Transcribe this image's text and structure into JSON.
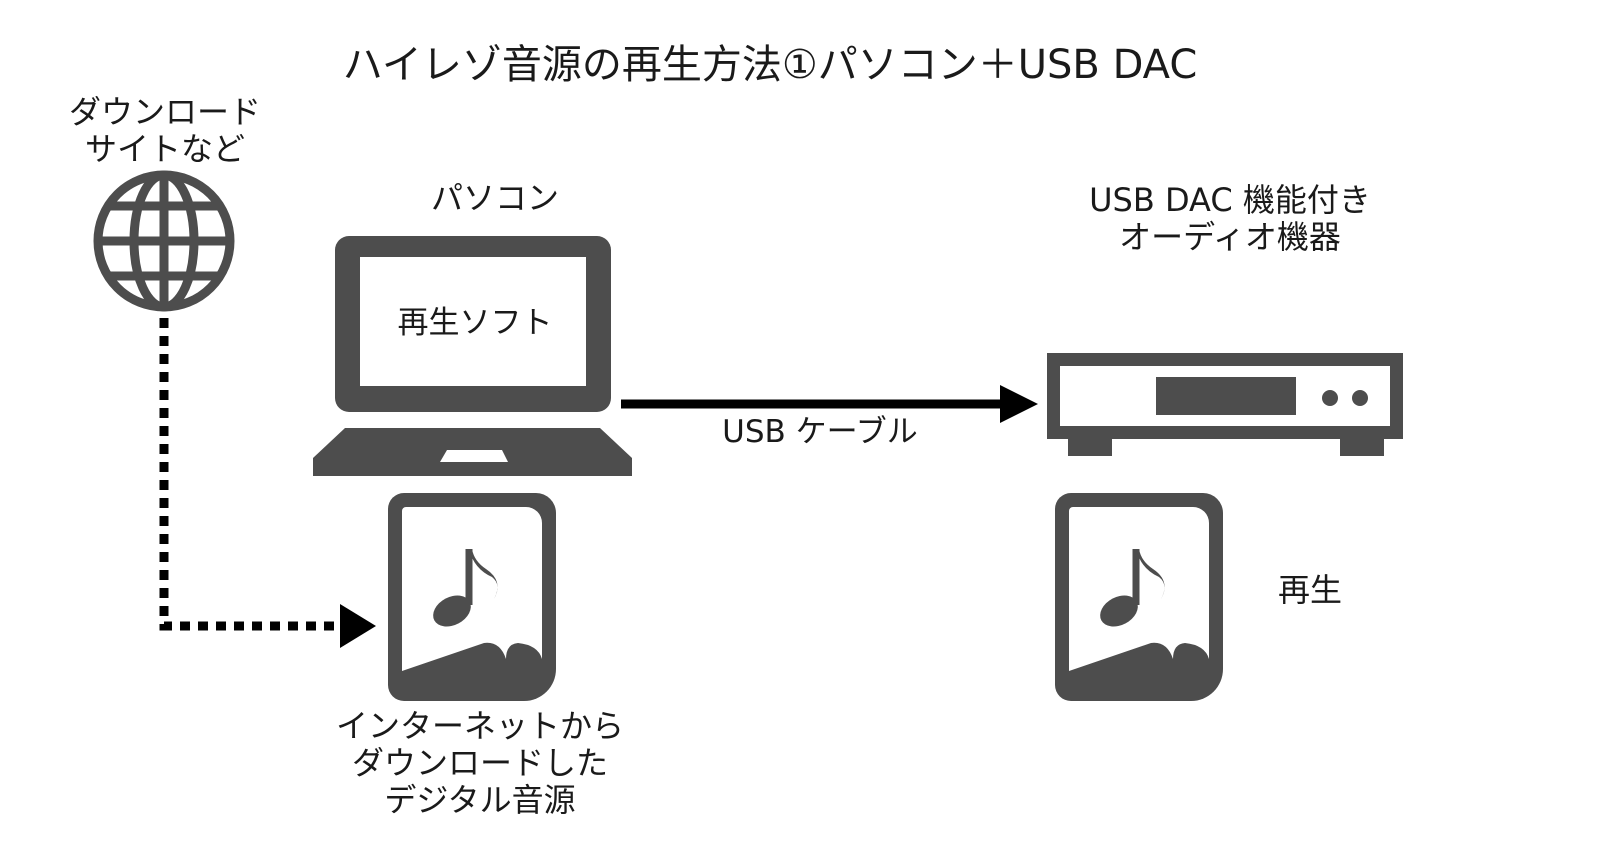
{
  "title": "ハイレゾ音源の再生方法①パソコン＋USB DAC",
  "download_site": {
    "label": "ダウンロード\nサイトなど",
    "icon": "globe-icon"
  },
  "pc": {
    "label": "パソコン",
    "screen_text": "再生ソフト",
    "icon": "laptop-icon"
  },
  "cable": {
    "label": "USB ケーブル"
  },
  "dac": {
    "label": "USB DAC 機能付き\nオーディオ機器",
    "icon": "audio-device-icon"
  },
  "source_file": {
    "label": "インターネットから\nダウンロードした\nデジタル音源",
    "icon": "music-file-icon"
  },
  "playback": {
    "label": "再生",
    "icon": "music-file-icon"
  },
  "colors": {
    "icon": "#4d4d4d",
    "arrow": "#000000",
    "text": "#1a1a1a"
  }
}
